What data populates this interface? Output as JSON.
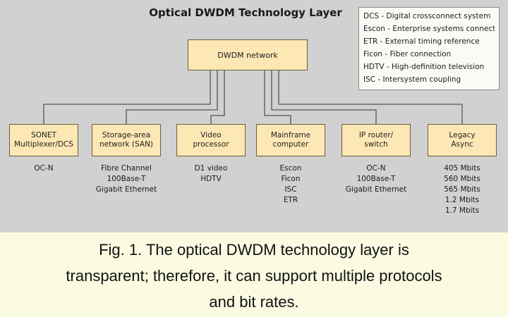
{
  "figure": {
    "title": "Optical DWDM Technology Layer",
    "legend": [
      "DCS - Digital crossconnect system",
      "Escon - Enterprise systems connection",
      "ETR - External timing reference",
      "Ficon - Fiber connection",
      "HDTV - High-definition television",
      "ISC - Intersystem coupling"
    ],
    "hub": "DWDM network",
    "nodes": [
      {
        "label": "SONET\nMultiplexer/DCS",
        "protocols": [
          "OC-N"
        ]
      },
      {
        "label": "Storage-area\nnetwork (SAN)",
        "protocols": [
          "Fibre Channel",
          "100Base-T",
          "Gigabit Ethernet"
        ]
      },
      {
        "label": "Video\nprocessor",
        "protocols": [
          "D1 video",
          "HDTV"
        ]
      },
      {
        "label": "Mainframe\ncomputer",
        "protocols": [
          "Escon",
          "Ficon",
          "ISC",
          "ETR"
        ]
      },
      {
        "label": "IP router/\nswitch",
        "protocols": [
          "OC-N",
          "100Base-T",
          "Gigabit Ethernet"
        ]
      },
      {
        "label": "Legacy\nAsync",
        "protocols": [
          "405 Mbits",
          "560 Mbits",
          "565 Mbits",
          "1.2 Mbits",
          "1.7 Mbits"
        ]
      }
    ]
  },
  "caption": [
    "Fig. 1. The optical DWDM technology layer is",
    "transparent; therefore, it can support multiple protocols",
    "and bit rates."
  ]
}
